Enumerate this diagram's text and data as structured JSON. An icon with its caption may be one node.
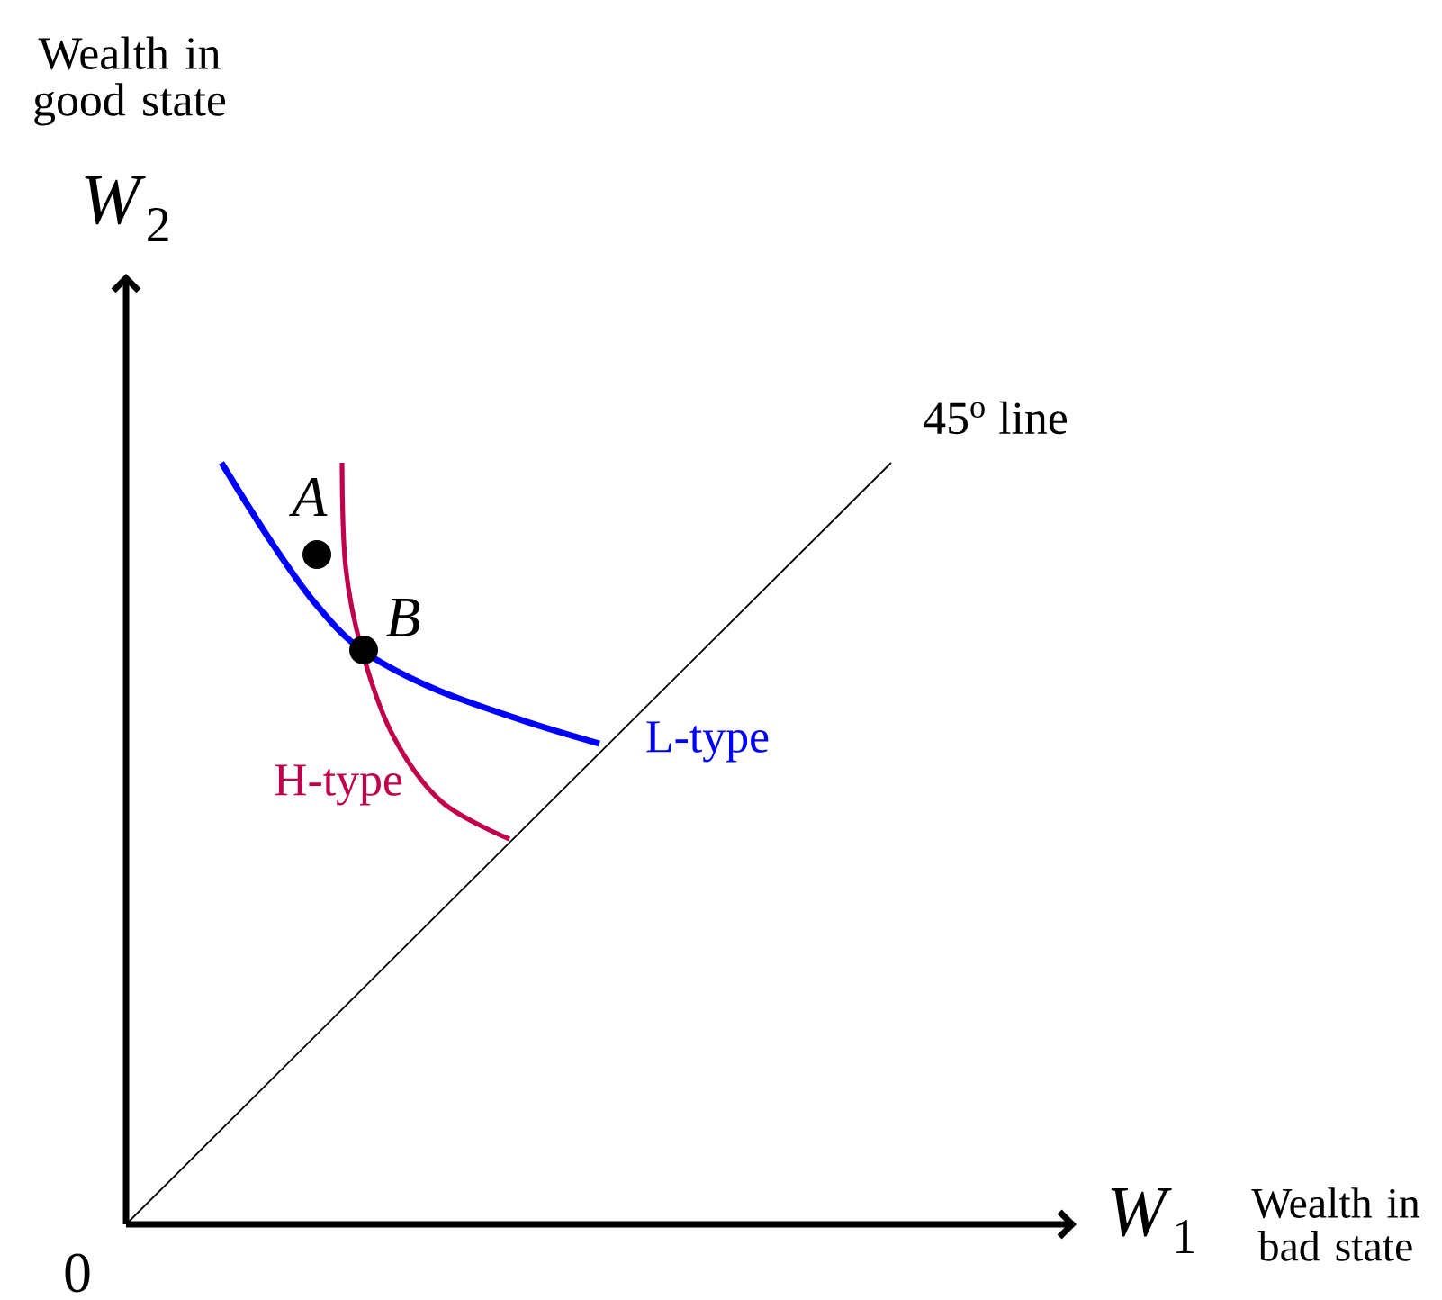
{
  "diagram": {
    "nodes": [
      {
        "text": [],
        "shape": "circle",
        "beside": [
          "*A*"
        ]
      },
      {
        "text": [],
        "shape": "circle",
        "beside": [
          "*B*"
        ]
      }
    ],
    "labels": [
      "Wealth in good state",
      "*W*$_{2}$",
      "45$^{o}$ line",
      "H-type",
      "L-type",
      "0",
      "*W*$_{1}$",
      "Wealth in bad state"
    ]
  }
}
